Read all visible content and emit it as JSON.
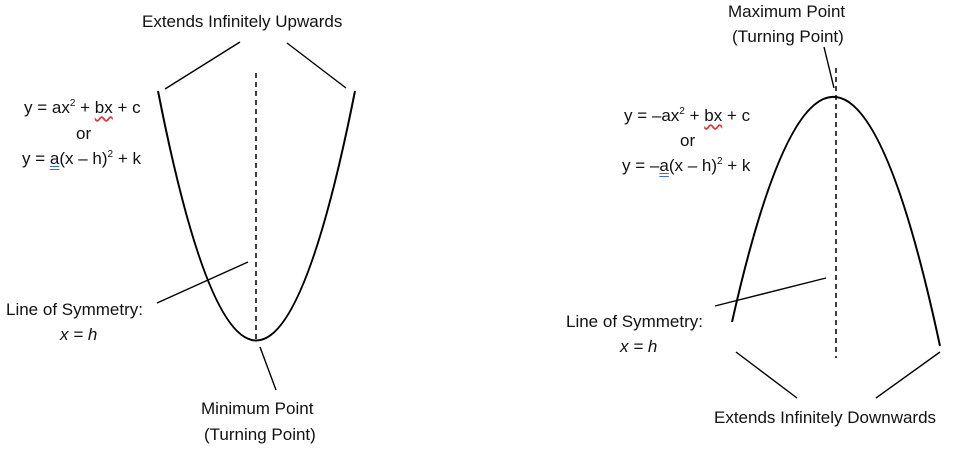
{
  "left": {
    "top_label": "Extends Infinitely Upwards",
    "eq1": {
      "lhs": "y = ax",
      "exp": "2",
      "mid": " + ",
      "bx": "bx",
      "rhs": " + c"
    },
    "or": "or",
    "eq2": {
      "lhs": "y = ",
      "a": "a",
      "mid": "(x – h)",
      "exp": "2",
      "rhs": " + k"
    },
    "symmetry_label": "Line of Symmetry:",
    "symmetry_eq": "x = h",
    "point_label": "Minimum Point",
    "point_sub": "(Turning Point)"
  },
  "right": {
    "point_label": "Maximum Point",
    "point_sub": "(Turning Point)",
    "eq1": {
      "lhs": "y = –ax",
      "exp": "2",
      "mid": " + ",
      "bx": "bx",
      "rhs": " + c"
    },
    "or": "or",
    "eq2": {
      "lhs": "y = –",
      "a": "a",
      "mid": "(x – h)",
      "exp": "2",
      "rhs": " + k"
    },
    "symmetry_label": "Line of Symmetry:",
    "symmetry_eq": "x = h",
    "bottom_label": "Extends Infinitely Downwards"
  }
}
